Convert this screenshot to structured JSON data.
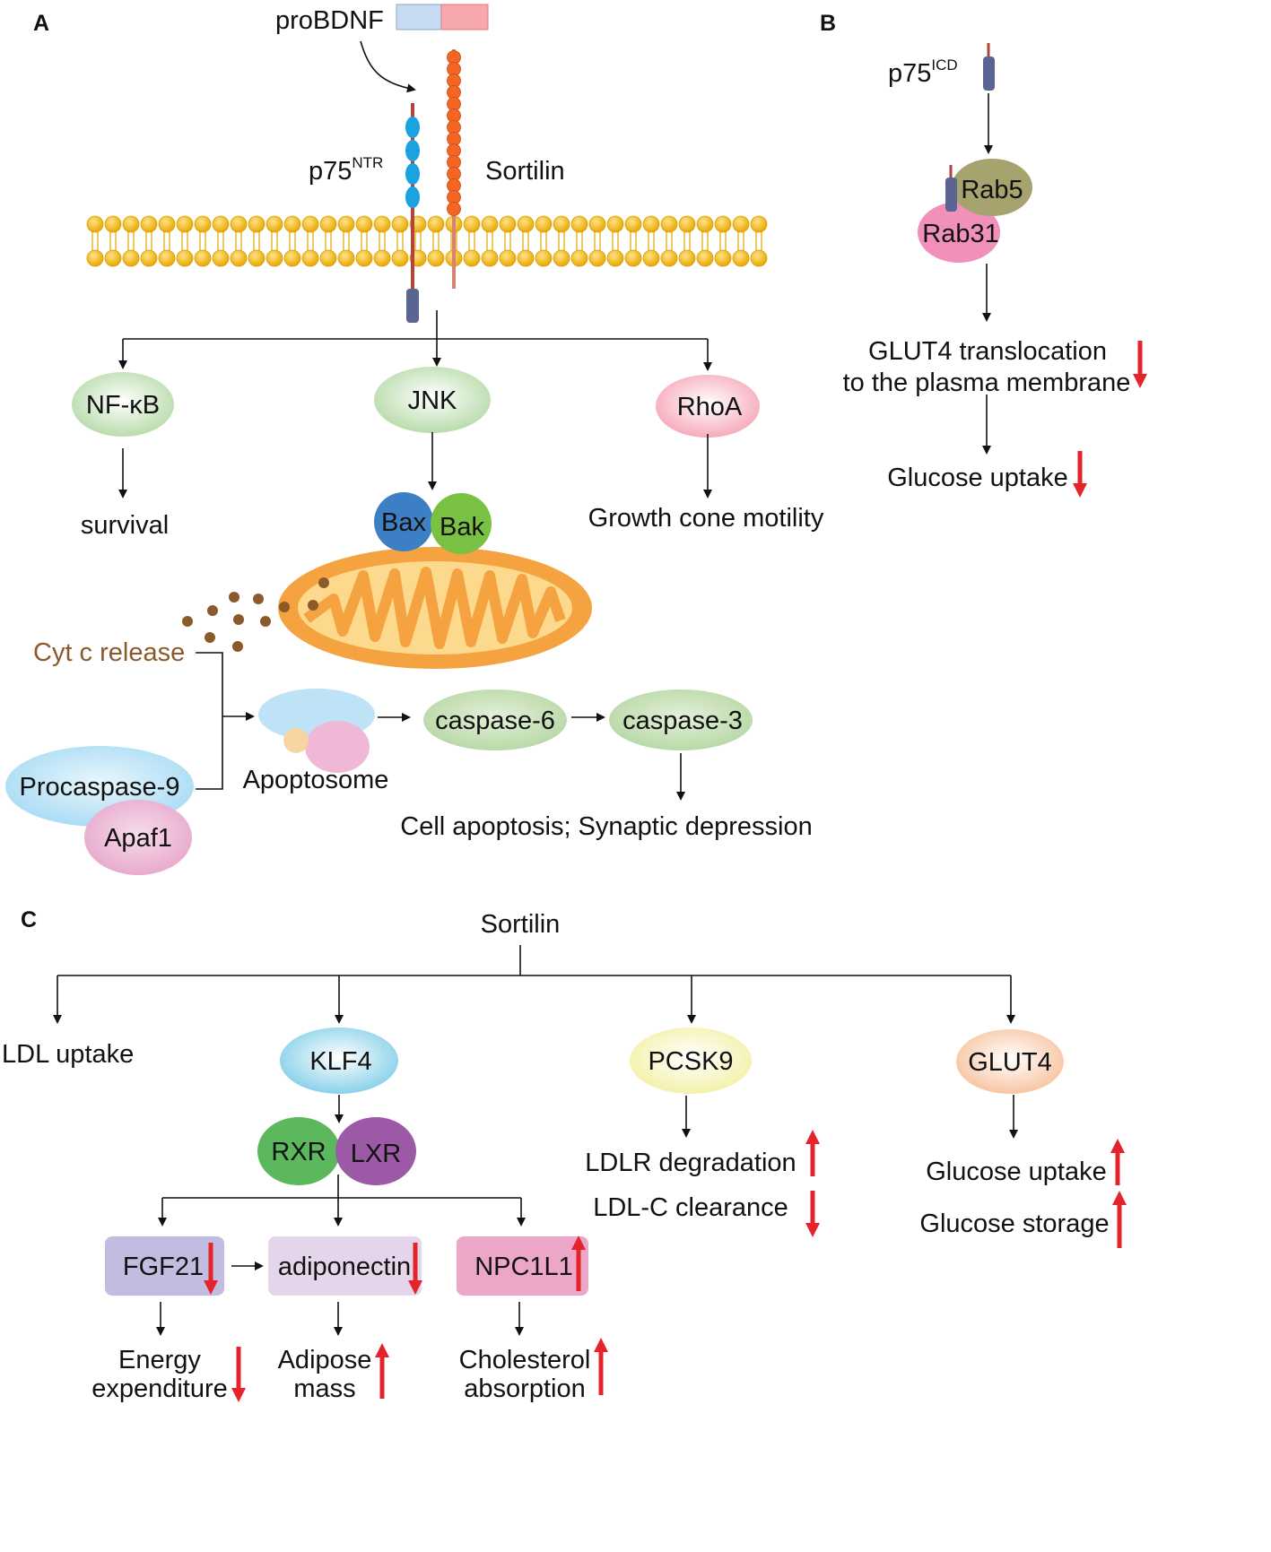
{
  "panels": [
    "A",
    "B",
    "C"
  ],
  "panel_a": {
    "ligand": "proBDNF",
    "receptor1_main": "p75",
    "receptor1_sup": "NTR",
    "receptor2": "Sortilin",
    "nfkb": "NF-κB",
    "jnk": "JNK",
    "rhoa": "RhoA",
    "survival": "survival",
    "growth_cone": "Growth cone motility",
    "bax": "Bax",
    "bak": "Bak",
    "cytc": "Cyt c release",
    "apoptosome": "Apoptosome",
    "procaspase9": "Procaspase-9",
    "apaf1": "Apaf1",
    "caspase6": "caspase-6",
    "caspase3": "caspase-3",
    "outcome": "Cell apoptosis; Synaptic depression"
  },
  "panel_b": {
    "receptor_main": "p75",
    "receptor_sup": "ICD",
    "rab5": "Rab5",
    "rab31": "Rab31",
    "glut4_line1": "GLUT4 translocation",
    "glut4_line2": "to the plasma membrane",
    "glucose_uptake": "Glucose uptake"
  },
  "panel_c": {
    "root": "Sortilin",
    "ldl_uptake": "LDL uptake",
    "klf4": "KLF4",
    "rxr": "RXR",
    "lxr": "LXR",
    "fgf21": "FGF21",
    "adiponectin": "adiponectin",
    "npc1l1": "NPC1L1",
    "energy_line1": "Energy",
    "energy_line2": "expenditure",
    "adipose_line1": "Adipose",
    "adipose_line2": "mass",
    "cholesterol_line1": "Cholesterol",
    "cholesterol_line2": "absorption",
    "pcsk9": "PCSK9",
    "ldlr": "LDLR degradation",
    "ldlc": "LDL-C clearance",
    "glut4": "GLUT4",
    "glucose_uptake": "Glucose uptake",
    "glucose_storage": "Glucose storage"
  },
  "colors": {
    "membrane": "#f2b705",
    "p75_beads": "#1aa3e0",
    "sortilin_beads": "#f26522",
    "mitochondrion": "#f4a340",
    "red_arrow": "#e3242b",
    "bax": "#3d7fc4",
    "bak": "#7ac143"
  }
}
